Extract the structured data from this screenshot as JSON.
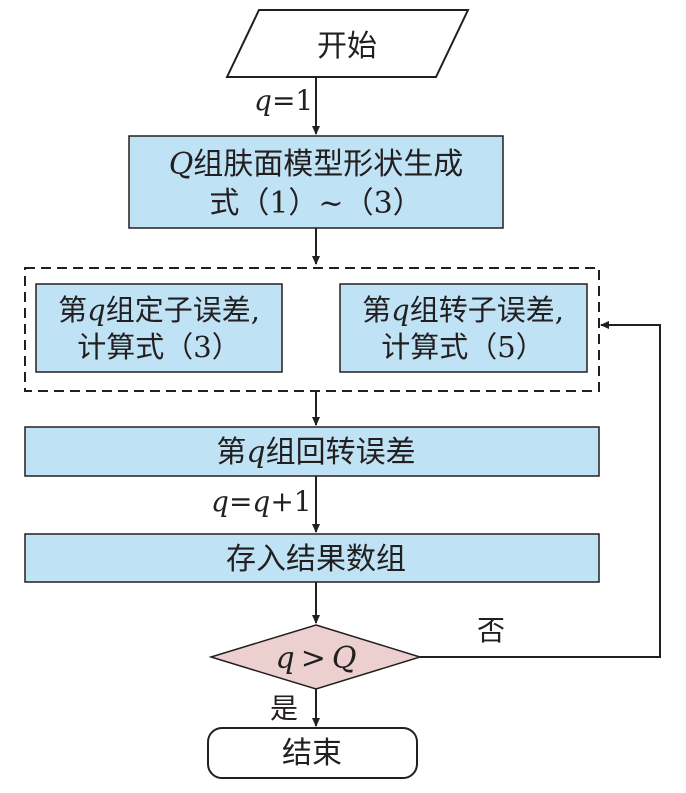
{
  "start": {
    "text": "开始"
  },
  "init_label": {
    "var": "q",
    "rest": "=1"
  },
  "step_generate": {
    "line1_var": "Q",
    "line1_rest": "组肤面模型形状生成",
    "line2": "式（1）~（3）"
  },
  "parallel": {
    "stator": {
      "line1_pre": "第",
      "line1_var": "q",
      "line1_rest": "组定子误差,",
      "line2": "计算式（3）"
    },
    "rotor": {
      "line1_pre": "第",
      "line1_var": "q",
      "line1_rest": "组转子误差,",
      "line2": "计算式（5）"
    }
  },
  "step_slew": {
    "pre": "第",
    "var": "q",
    "rest": "组回转误差"
  },
  "increment_label": {
    "v1": "q",
    "eq": "=",
    "v2": "q",
    "rest": "+1"
  },
  "step_store": {
    "text": "存入结果数组"
  },
  "decision": {
    "v1": "q",
    "op": ">",
    "v2": "Q"
  },
  "no_label": "否",
  "yes_label": "是",
  "end": {
    "text": "结束"
  },
  "colors": {
    "process_fill": "#bfe3f5",
    "decision_fill": "#eccfcf",
    "stroke": "#231f20"
  }
}
